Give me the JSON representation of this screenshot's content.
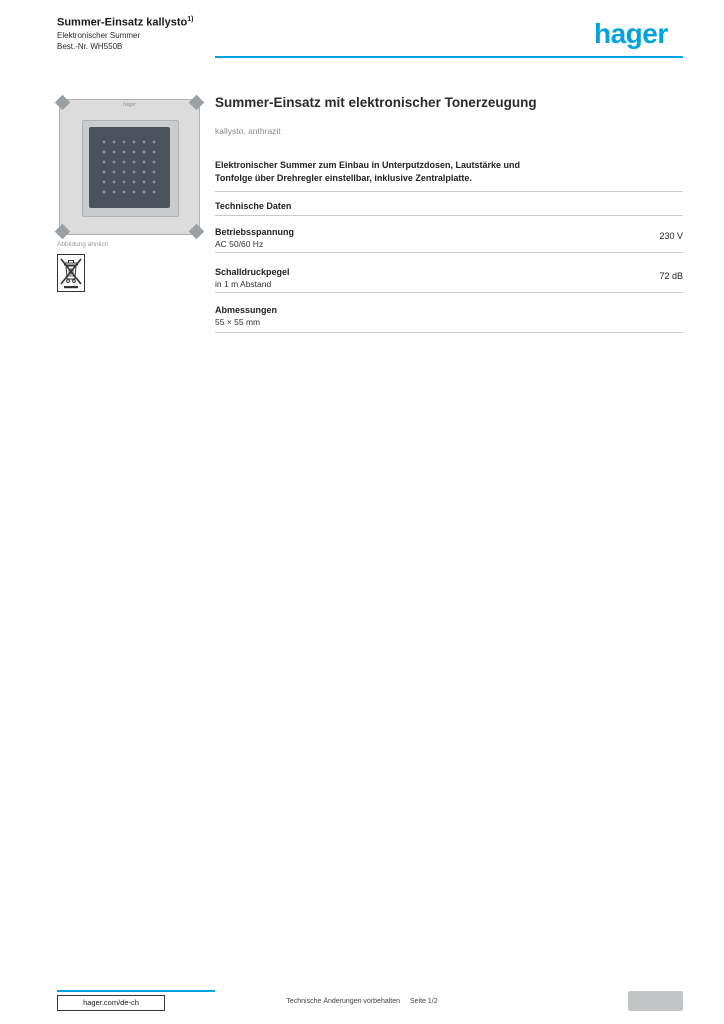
{
  "colors": {
    "accent": "#00A3E0",
    "speaker_plate": "#4A535B"
  },
  "header": {
    "line1": "Summer-Einsatz kallysto",
    "line1_sup": "1)",
    "line2": "Elektronischer Summer",
    "line3": "Best.-Nr. WH550B",
    "logo_text": "hager"
  },
  "product": {
    "title": "Summer-Einsatz mit elektronischer Tonerzeugung",
    "subtitle": "kallysto, anthrazit",
    "frame_brand": "hager",
    "image_caption": "Abbildung ähnlich",
    "weee_icon": "weee-crossed-out-bin-icon"
  },
  "description": {
    "line1": "Elektronischer Summer zum Einbau in Unterputzdosen, Lautstärke und",
    "line2": "Tonfolge über Drehregler einstellbar, inklusive Zentralplatte."
  },
  "section": {
    "heading": "Technische Daten"
  },
  "specs": {
    "rows": [
      {
        "label1": "Betriebsspannung",
        "label2": "AC 50/60 Hz",
        "value": "230 V"
      },
      {
        "label1": "Schalldruckpegel",
        "label2": "in 1 m Abstand",
        "value": "72 dB"
      },
      {
        "label1": "Abmessungen",
        "label2": "55 × 55 mm",
        "value": ""
      }
    ]
  },
  "footer": {
    "site": "hager.com/de-ch",
    "center_left": "Technische Änderungen vorbehalten",
    "center_right": "Seite 1/2"
  }
}
